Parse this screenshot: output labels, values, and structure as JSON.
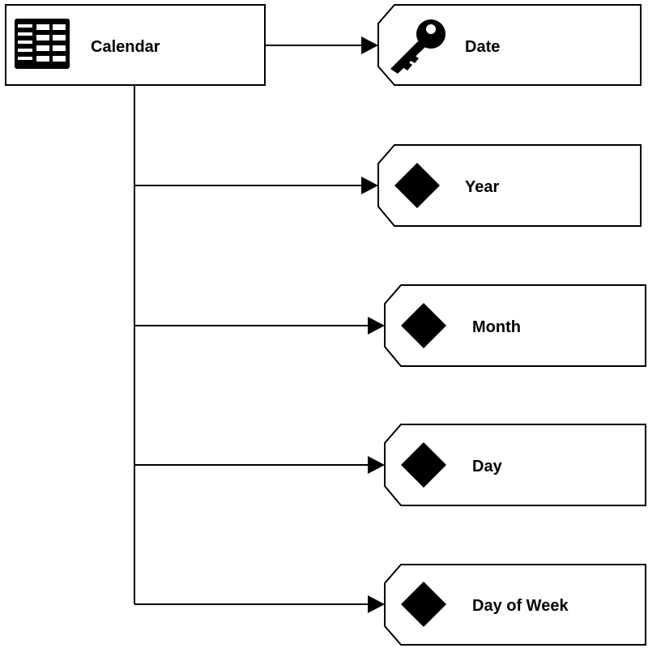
{
  "entity": {
    "name": "Calendar",
    "icon": "table-icon"
  },
  "attributes": [
    {
      "name": "Date",
      "icon": "key-icon",
      "role": "primary-key"
    },
    {
      "name": "Year",
      "icon": "diamond-icon",
      "role": "attribute"
    },
    {
      "name": "Month",
      "icon": "diamond-icon",
      "role": "attribute"
    },
    {
      "name": "Day",
      "icon": "diamond-icon",
      "role": "attribute"
    },
    {
      "name": "Day of Week",
      "icon": "diamond-icon",
      "role": "attribute"
    }
  ],
  "colors": {
    "stroke": "#000000",
    "fill": "#ffffff",
    "icon": "#000000",
    "text": "#000000"
  }
}
